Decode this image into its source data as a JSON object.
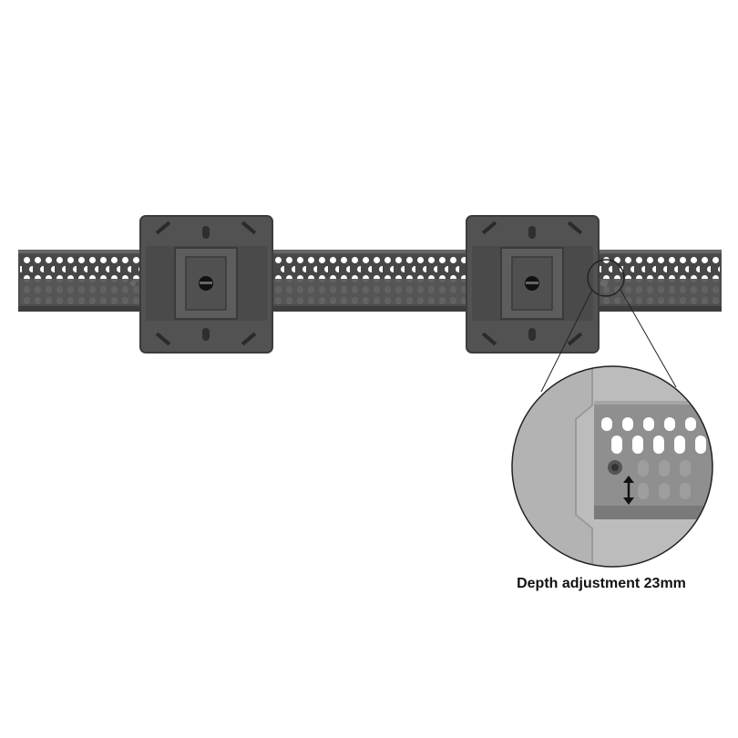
{
  "image": {
    "subject": "dual-monitor-wall-mount-rail",
    "caption": "Depth adjustment 23mm",
    "colors": {
      "background": "#ffffff",
      "rail_dark": "#4a4a4a",
      "rail_mid": "#5a5a5a",
      "plate": "#505050",
      "plate_edge": "#3a3a3a",
      "zoom_bg": "#b8b8b8",
      "zoom_rail": "#8e8e8e",
      "hole": "#ffffff",
      "caption_text": "#111111"
    },
    "icons": [
      "magnify-callout-circle",
      "double-arrow-icon",
      "adjust-screw-icon"
    ]
  }
}
